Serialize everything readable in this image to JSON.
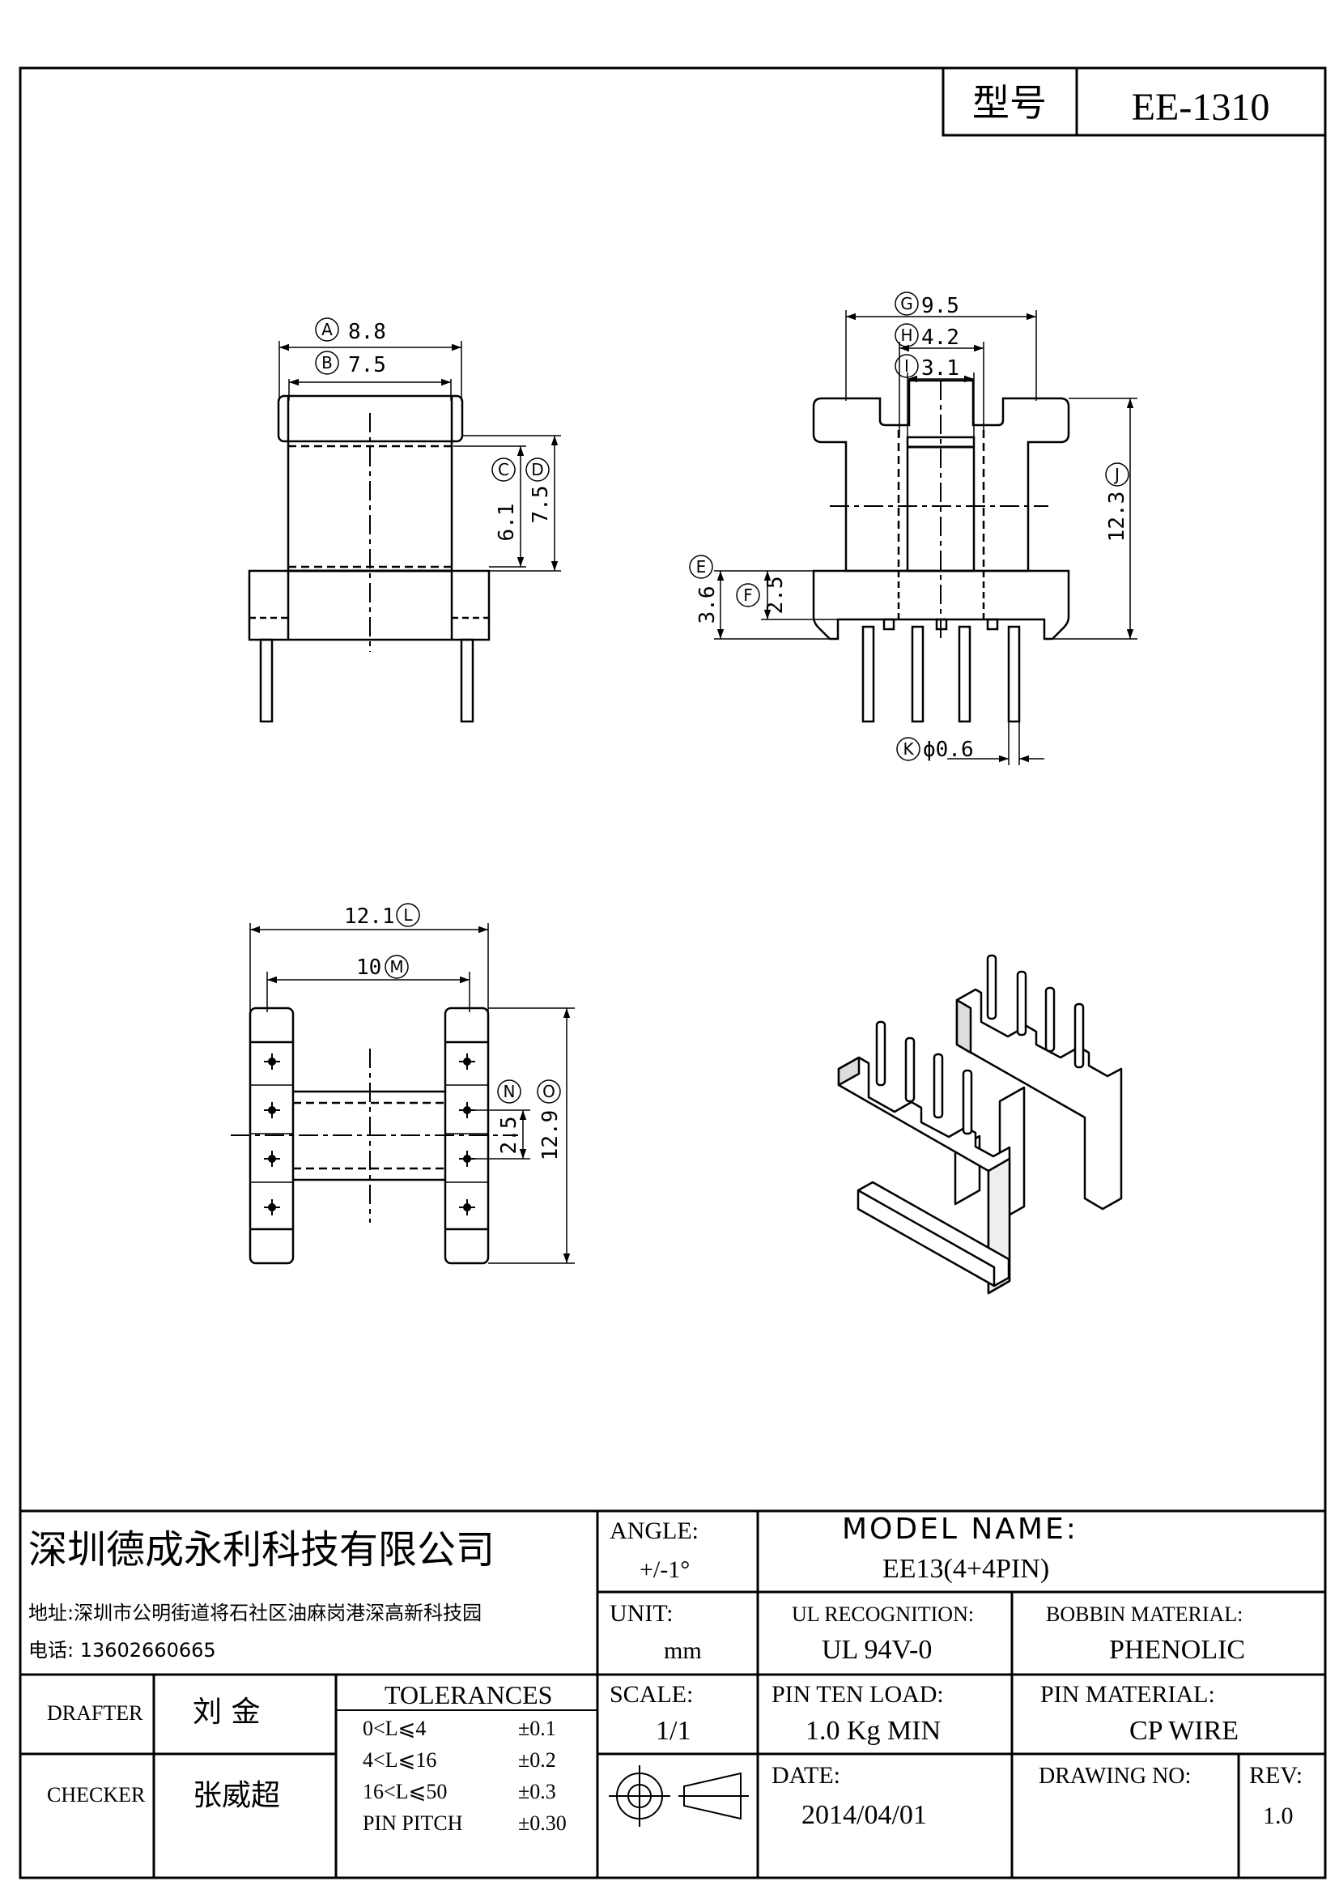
{
  "header": {
    "type_label": "型号",
    "part_number": "EE-1310"
  },
  "dimensions": {
    "A": {
      "label": "A",
      "value": "8.8"
    },
    "B": {
      "label": "B",
      "value": "7.5"
    },
    "C": {
      "label": "C",
      "value": "6.1"
    },
    "D": {
      "label": "D",
      "value": "7.5"
    },
    "E": {
      "label": "E",
      "value": "3.6"
    },
    "F": {
      "label": "F",
      "value": "2.5"
    },
    "G": {
      "label": "G",
      "value": "9.5"
    },
    "H": {
      "label": "H",
      "value": "4.2"
    },
    "I": {
      "label": "I",
      "value": "3.1"
    },
    "J": {
      "label": "J",
      "value": "12.3"
    },
    "K": {
      "label": "K",
      "value": "ϕ0.6"
    },
    "L": {
      "label": "L",
      "value": "12.1"
    },
    "M": {
      "label": "M",
      "value": "10"
    },
    "N": {
      "label": "N",
      "value": "2.5"
    },
    "O": {
      "label": "O",
      "value": "12.9"
    }
  },
  "title_block": {
    "company": "深圳德成永利科技有限公司",
    "address": "地址:深圳市公明街道将石社区油麻岗港深高新科技园",
    "phone": "电话: 13602660665",
    "angle_label": "ANGLE:",
    "angle_value": "+/-1°",
    "model_label": "MODEL NAME:",
    "model_value": "EE13(4+4PIN)",
    "unit_label": "UNIT:",
    "unit_value": "mm",
    "ul_label": "UL RECOGNITION:",
    "ul_value": "UL 94V-0",
    "bobbin_label": "BOBBIN MATERIAL:",
    "bobbin_value": "PHENOLIC",
    "drafter_label": "DRAFTER",
    "drafter_value": "刘  金",
    "checker_label": "CHECKER",
    "checker_value": "张威超",
    "tolerances_label": "TOLERANCES",
    "tolerances": [
      {
        "range": "0<L⩽4",
        "value": "±0.1"
      },
      {
        "range": "4<L⩽16",
        "value": "±0.2"
      },
      {
        "range": "16<L⩽50",
        "value": "±0.3"
      },
      {
        "range": "PIN PITCH",
        "value": "±0.30"
      }
    ],
    "scale_label": "SCALE:",
    "scale_value": "1/1",
    "pin_load_label": "PIN TEN LOAD:",
    "pin_load_value": "1.0 Kg MIN",
    "pin_material_label": "PIN MATERIAL:",
    "pin_material_value": "CP WIRE",
    "date_label": "DATE:",
    "date_value": "2014/04/01",
    "drawing_no_label": "DRAWING NO:",
    "drawing_no_value": "",
    "rev_label": "REV:",
    "rev_value": "1.0"
  }
}
